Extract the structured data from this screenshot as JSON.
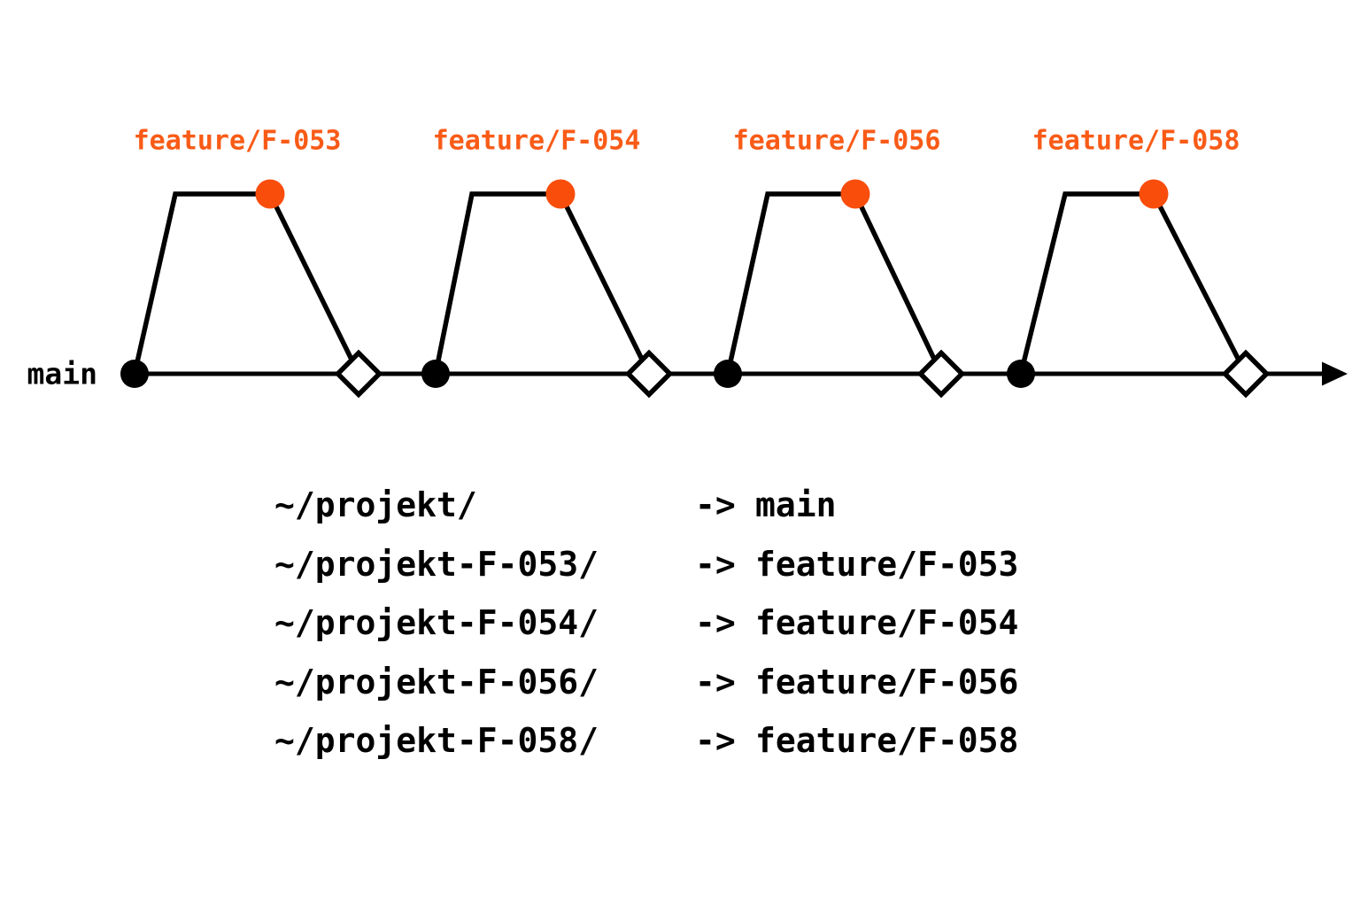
{
  "colors": {
    "background": "#ffffff",
    "line_black": "#000000",
    "orange_dot": "#F94D0C",
    "orange_label": "#F95B17"
  },
  "diagram": {
    "main_label": "main",
    "branches": [
      {
        "label": "feature/F-053"
      },
      {
        "label": "feature/F-054"
      },
      {
        "label": "feature/F-056"
      },
      {
        "label": "feature/F-058"
      }
    ],
    "icons": [
      "commit-dot-icon",
      "feature-commit-dot-icon",
      "merge-diamond-icon",
      "arrowhead-icon"
    ]
  },
  "mapping": {
    "rows": [
      {
        "path": "~/projekt/",
        "arrow": "->",
        "branch": "main"
      },
      {
        "path": "~/projekt-F-053/",
        "arrow": "->",
        "branch": "feature/F-053"
      },
      {
        "path": "~/projekt-F-054/",
        "arrow": "->",
        "branch": "feature/F-054"
      },
      {
        "path": "~/projekt-F-056/",
        "arrow": "->",
        "branch": "feature/F-056"
      },
      {
        "path": "~/projekt-F-058/",
        "arrow": "->",
        "branch": "feature/F-058"
      }
    ]
  }
}
